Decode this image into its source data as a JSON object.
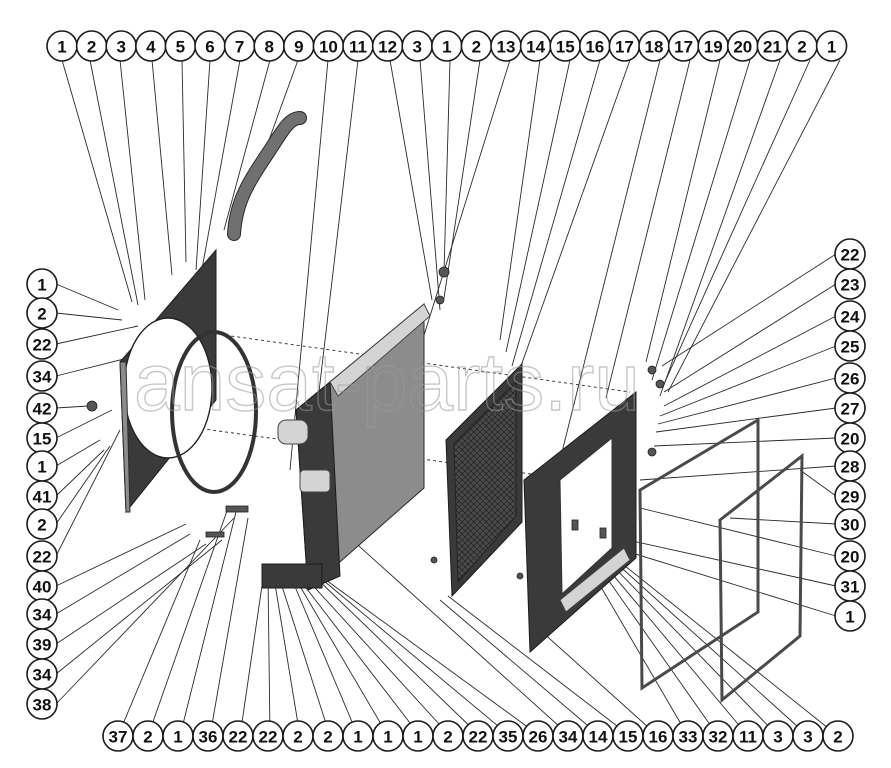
{
  "watermark": "ansat-parts.ru",
  "callouts": {
    "top": [
      "1",
      "2",
      "3",
      "4",
      "5",
      "6",
      "7",
      "8",
      "9",
      "10",
      "11",
      "12",
      "3",
      "1",
      "2",
      "13",
      "14",
      "15",
      "16",
      "17",
      "18",
      "17",
      "19",
      "20",
      "21",
      "2",
      "1"
    ],
    "bottom": [
      "37",
      "2",
      "1",
      "36",
      "22",
      "22",
      "2",
      "2",
      "1",
      "1",
      "1",
      "2",
      "22",
      "35",
      "26",
      "34",
      "14",
      "15",
      "16",
      "33",
      "32",
      "11",
      "3",
      "3",
      "2"
    ],
    "left": [
      "1",
      "2",
      "22",
      "34",
      "42",
      "15",
      "1",
      "41",
      "2",
      "22",
      "40",
      "34",
      "39",
      "34",
      "38"
    ],
    "right": [
      "22",
      "23",
      "24",
      "25",
      "26",
      "27",
      "20",
      "28",
      "29",
      "30",
      "20",
      "31",
      "1"
    ]
  },
  "colors": {
    "stroke": "#1a1a1a",
    "part_dark": "#3a3a3a",
    "part_mid": "#8c8c8c"
  }
}
